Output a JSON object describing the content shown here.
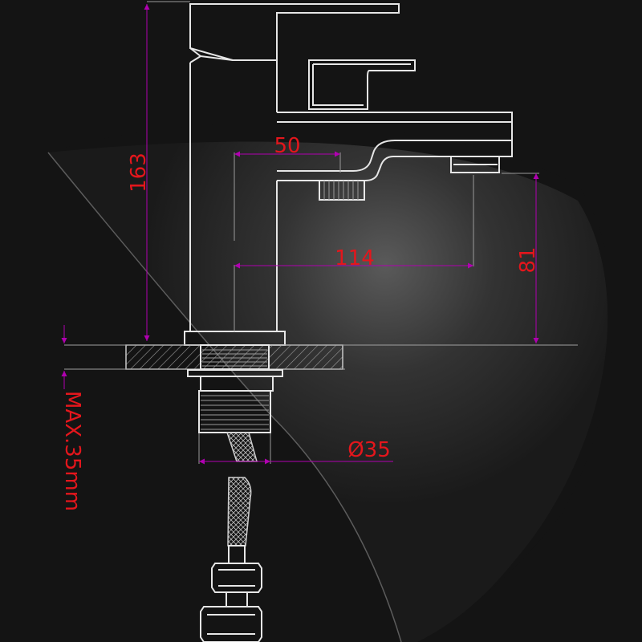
{
  "colors": {
    "background": "#141414",
    "outline": "#e6e6e6",
    "dimension_line": "#b000b0",
    "dimension_text": "#e4161c"
  },
  "dimensions": {
    "total_height": "163",
    "spout_reach_short": "50",
    "spout_reach_long": "114",
    "spout_height": "81",
    "thread_diameter": "Ø35",
    "max_counter_thickness": "MAX.35mm"
  }
}
